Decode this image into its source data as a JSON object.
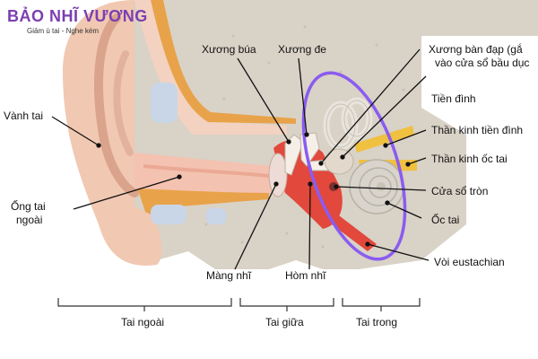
{
  "brand": {
    "name": "BẢO NHĨ VƯƠNG",
    "tagline": "Giảm ù tai - Nghe kém"
  },
  "labels": {
    "malleus": "Xương búa",
    "incus": "Xương đe",
    "stapes_line1": "Xương bàn đạp (gắ",
    "stapes_line2": "vào cửa sổ bầu dục",
    "vestibule": "Tiền đình",
    "vestibular_nerve": "Thần kinh tiền đình",
    "cochlear_nerve": "Thần kinh ốc tai",
    "round_window": "Cửa sổ tròn",
    "cochlea": "Ốc tai",
    "eustachian": "Vòi eustachian",
    "auricle": "Vành tai",
    "canal_line1": "Ống tai",
    "canal_line2": "ngoài",
    "eardrum": "Màng nhĩ",
    "tympanic_cavity": "Hòm nhĩ"
  },
  "sections": {
    "outer": "Tai ngoài",
    "middle": "Tai giữa",
    "inner": "Tai trong"
  },
  "colors": {
    "brand": "#7b3fb0",
    "highlight_ellipse": "#8a5cf0",
    "skin": "#f1c8b2",
    "bone": "#d9d2c7",
    "cartilage": "#e8a34a",
    "nerve": "#f0c040",
    "cochlea": "#d8d4cc",
    "cavity_red": "#e2483c"
  }
}
